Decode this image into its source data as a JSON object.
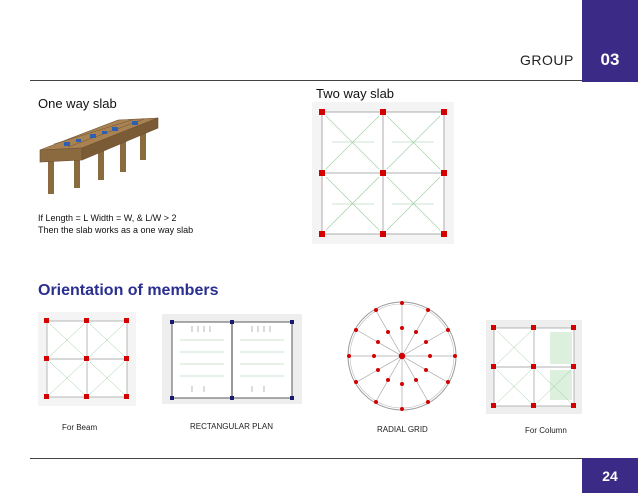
{
  "header": {
    "group_label": "GROUP",
    "group_number": "03"
  },
  "footer": {
    "page_number": "24"
  },
  "one_way": {
    "title": "One way slab",
    "note_line1": "If Length = L Width = W, & L/W > 2",
    "note_line2": "Then the slab works as a one way slab"
  },
  "two_way": {
    "title": "Two way slab"
  },
  "orientation": {
    "title": "Orientation of members",
    "captions": {
      "beam": "For Beam",
      "rect": "RECTANGULAR PLAN",
      "radial": "RADIAL GRID",
      "column": "For Column"
    }
  },
  "colors": {
    "accent": "#3b2a86",
    "heading": "#2a2f8f",
    "column_red": "#d40000"
  }
}
